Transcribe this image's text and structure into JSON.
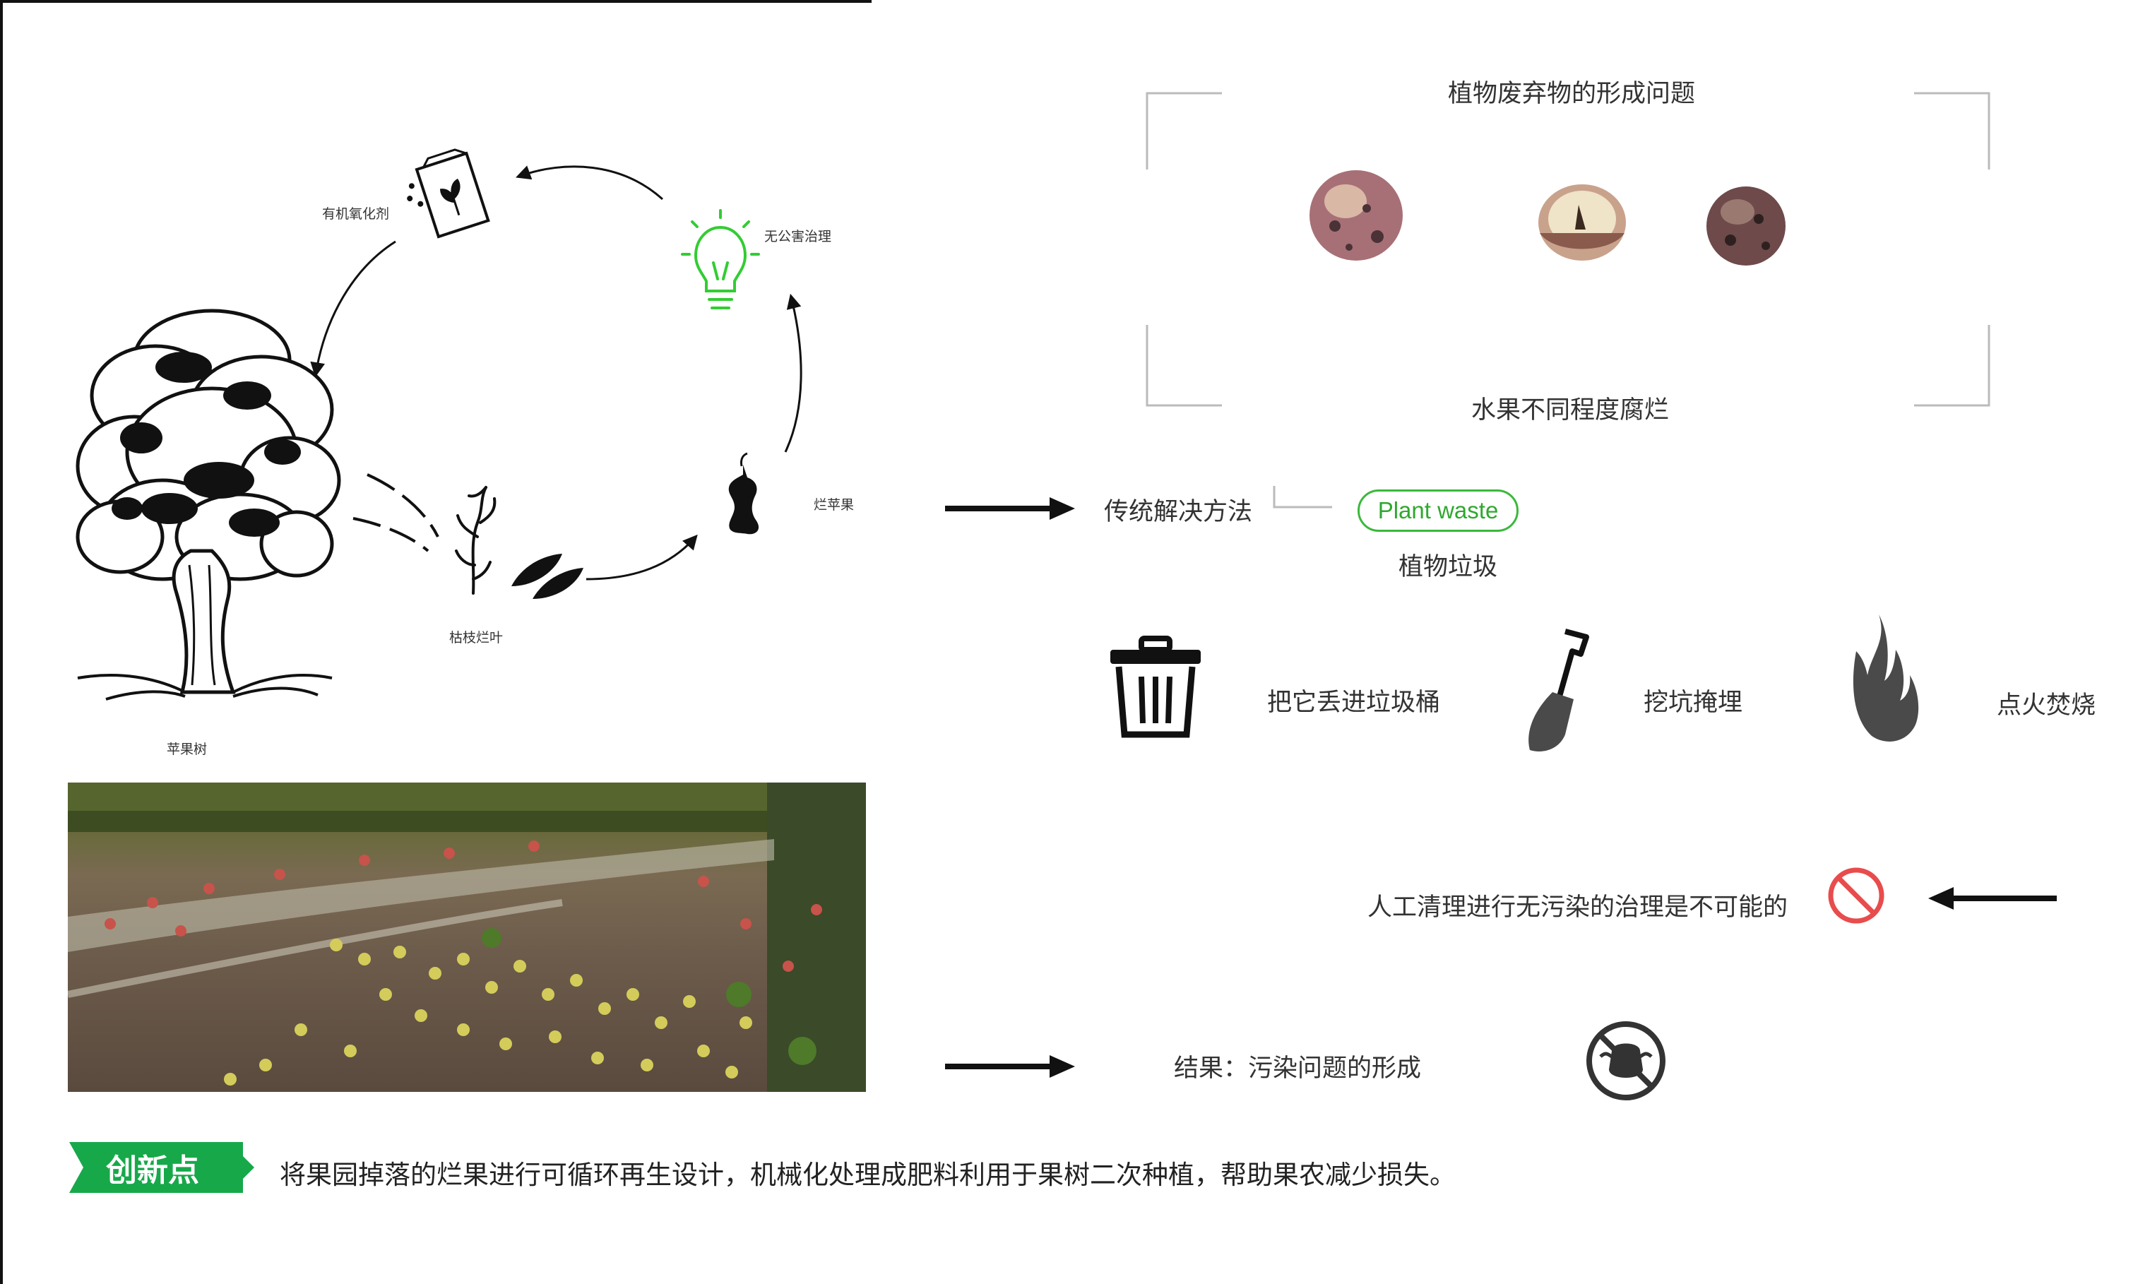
{
  "cycle": {
    "fertilizer_label": "有机氧化剂",
    "harmless_label": "无公害治理",
    "tree_label": "苹果树",
    "branches_label": "枯枝烂叶",
    "rotten_apple_label": "烂苹果"
  },
  "problem": {
    "title": "植物废弃物的形成问题",
    "subtitle": "水果不同程度腐烂"
  },
  "traditional": {
    "label": "传统解决方法",
    "tag_en": "Plant waste",
    "tag_cn": "植物垃圾"
  },
  "methods": [
    {
      "label": "把它丢进垃圾桶",
      "icon": "trash-can-icon"
    },
    {
      "label": "挖坑掩埋",
      "icon": "shovel-icon"
    },
    {
      "label": "点火焚烧",
      "icon": "fire-icon"
    }
  ],
  "impossible": {
    "label": "人工清理进行无污染的治理是不可能的",
    "icon": "prohibited-icon"
  },
  "result": {
    "label": "结果：污染问题的形成",
    "icon": "no-mask-pollution-icon"
  },
  "innovation": {
    "badge": "创新点",
    "text": "将果园掉落的烂果进行可循环再生设计，机械化处理成肥料利用于果树二次种植，帮助果农减少损失。"
  },
  "colors": {
    "green_accent": "#17a84a",
    "bulb_green": "#33cc33",
    "pill_green": "#3cb83c",
    "prohibit_red": "#e84c4c",
    "dark": "#111111"
  }
}
